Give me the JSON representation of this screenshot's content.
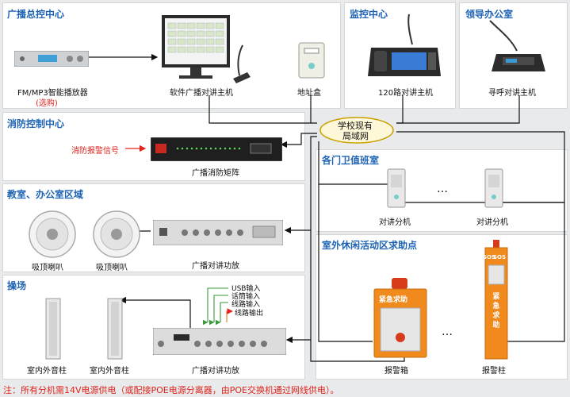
{
  "zones": {
    "broadcast": "广播总控中心",
    "monitor": "监控中心",
    "leader": "领导办公室",
    "fire": "消防控制中心",
    "classroom": "教室、办公室区域",
    "playground": "操场",
    "guard": "各门卫值班室",
    "outdoor": "室外休闲活动区求助点"
  },
  "devices": {
    "fm_player": "FM/MP3智能播放器",
    "fm_player_note": "(选购)",
    "software_host": "软件广播对讲主机",
    "address_box": "地址盒",
    "host_120": "120路对讲主机",
    "paging_host": "寻呼对讲主机",
    "fire_matrix": "广播消防矩阵",
    "fire_signal": "消防报警信号",
    "ceiling_speaker_1": "吸顶喇叭",
    "ceiling_speaker_2": "吸顶喇叭",
    "amp_classroom": "广播对讲功放",
    "column_speaker_1": "室内外音柱",
    "column_speaker_2": "室内外音柱",
    "amp_playground": "广播对讲功放",
    "extension_1": "对讲分机",
    "extension_2": "对讲分机",
    "alarm_box": "报警箱",
    "alarm_pillar": "报警柱"
  },
  "network": {
    "label_line1": "学校现有",
    "label_line2": "局域网"
  },
  "io_ports": [
    "USB输入",
    "话筒输入",
    "线路输入",
    "线路输出"
  ],
  "ellipsis": "…",
  "sign_text": {
    "help": "紧急求助",
    "sos": "SOS"
  },
  "footer_note": "注：所有分机需14V电源供电（或配接POE电源分离器，由POE交换机通过网线供电）。",
  "colors": {
    "title_blue": "#1f64b4",
    "accent_red": "#e0231b",
    "io_arrow_green": "#3a9a3a",
    "io_arrow_orange": "#e07a12",
    "network_bubble": "#fff8d8"
  }
}
